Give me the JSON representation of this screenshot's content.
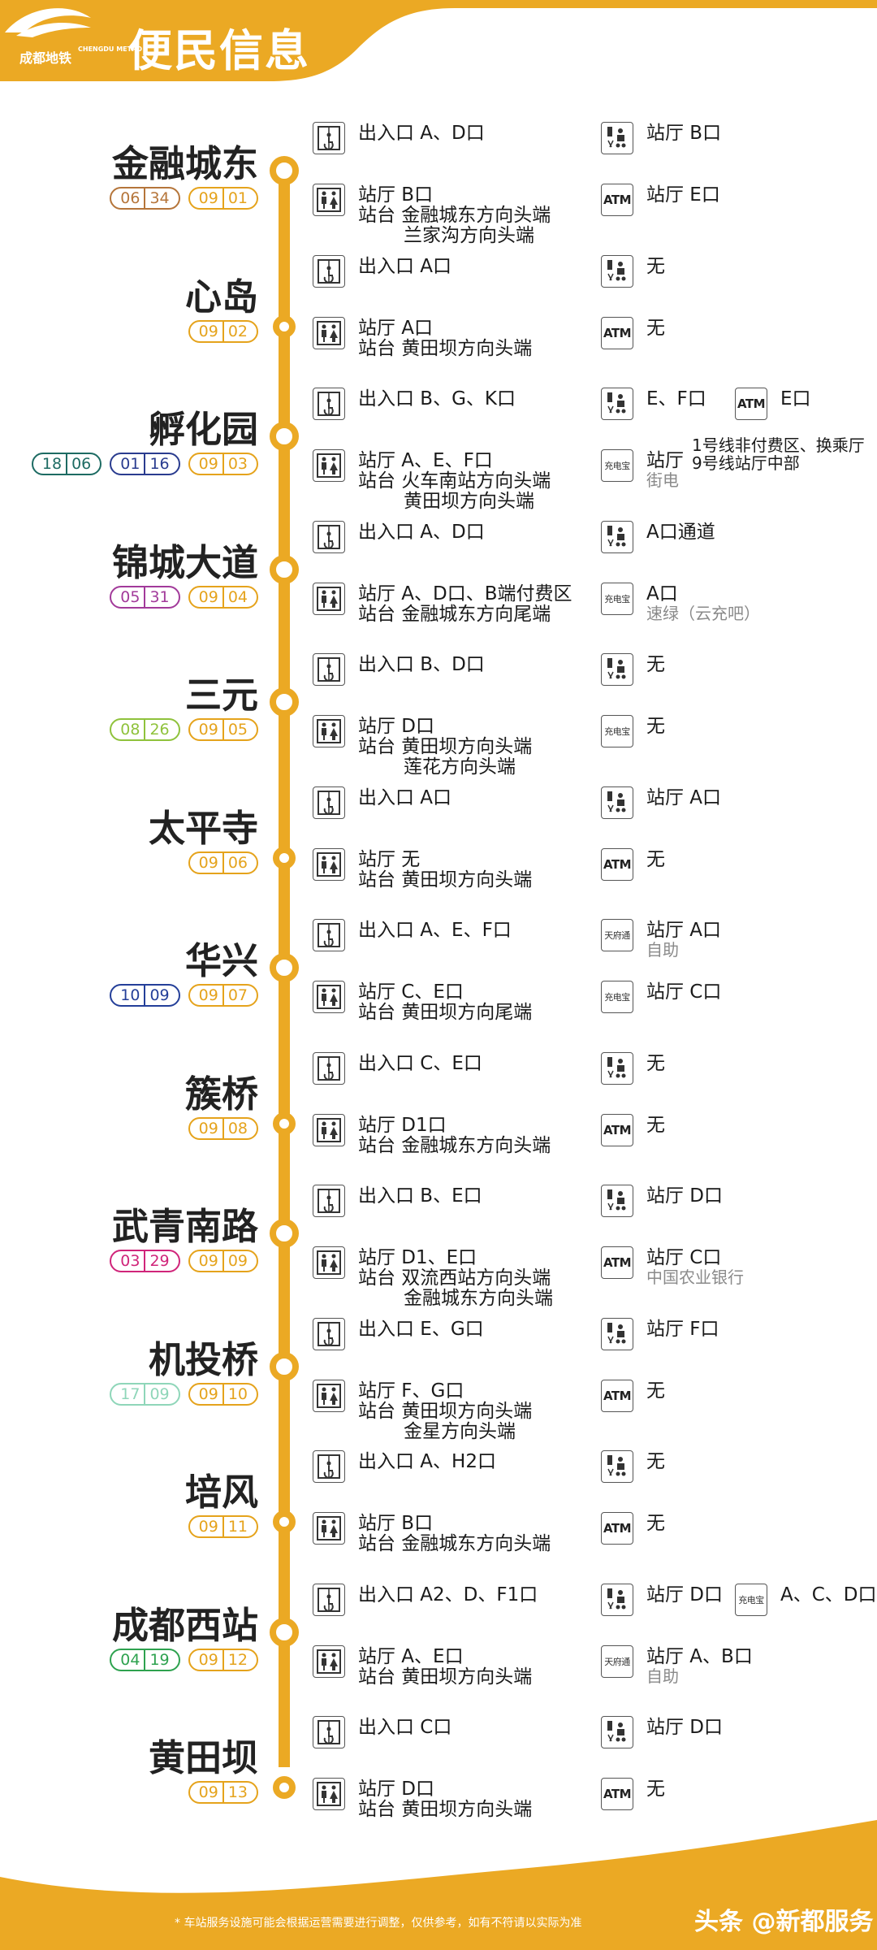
{
  "header": {
    "logo_cn": "成都地铁",
    "logo_en": "CHENGDU METRO",
    "title": "便民信息"
  },
  "colors": {
    "line": "#eba924",
    "header": "#eba924"
  },
  "stations": [
    {
      "name": "金融城东",
      "codes": [
        {
          "a": "06",
          "b": "34",
          "color": "#b5753a"
        },
        {
          "a": "09",
          "b": "01",
          "color": "#e5a31c"
        }
      ],
      "rows": [
        [
          {
            "icon": "elevator-icon",
            "lines": [
              "出入口 A、D口"
            ]
          },
          {
            "icon": "stroller-icon",
            "lines": [
              "站厅 B口"
            ]
          }
        ],
        [
          {
            "icon": "toilet-icon",
            "lines": [
              "站厅 B口",
              "站台 金融城东方向头端",
              "兰家沟方向头端"
            ]
          },
          {
            "icon": "atm-icon",
            "lines": [
              "站厅 E口"
            ]
          }
        ]
      ]
    },
    {
      "name": "心岛",
      "codes": [
        {
          "a": "09",
          "b": "02",
          "color": "#e5a31c"
        }
      ],
      "rows": [
        [
          {
            "icon": "elevator-icon",
            "lines": [
              "出入口 A口"
            ]
          },
          {
            "icon": "stroller-icon",
            "lines": [
              "无"
            ]
          }
        ],
        [
          {
            "icon": "toilet-icon",
            "lines": [
              "站厅 A口",
              "站台 黄田坝方向头端"
            ]
          },
          {
            "icon": "atm-icon",
            "lines": [
              "无"
            ]
          }
        ]
      ]
    },
    {
      "name": "孵化园",
      "codes": [
        {
          "a": "18",
          "b": "06",
          "color": "#1d6b63"
        },
        {
          "a": "01",
          "b": "16",
          "color": "#2a3c8f"
        },
        {
          "a": "09",
          "b": "03",
          "color": "#e5a31c"
        }
      ],
      "rows": [
        [
          {
            "icon": "elevator-icon",
            "lines": [
              "出入口 B、G、K口"
            ]
          },
          {
            "icon": "stroller-icon",
            "lines": [
              "E、F口"
            ]
          },
          {
            "icon": "atm-icon",
            "lines": [
              "E口"
            ]
          }
        ],
        [
          {
            "icon": "toilet-icon",
            "lines": [
              "站厅 A、E、F口",
              "站台 火车南站方向头端",
              "黄田坝方向头端"
            ]
          },
          {
            "icon": "powerbank-icon",
            "lines": [
              "站厅"
            ],
            "extra": [
              "1号线非付费区、换乘厅",
              "9号线站厅中部"
            ],
            "gray": "街电"
          }
        ]
      ]
    },
    {
      "name": "锦城大道",
      "codes": [
        {
          "a": "05",
          "b": "31",
          "color": "#a23a9a"
        },
        {
          "a": "09",
          "b": "04",
          "color": "#e5a31c"
        }
      ],
      "rows": [
        [
          {
            "icon": "elevator-icon",
            "lines": [
              "出入口 A、D口"
            ]
          },
          {
            "icon": "stroller-icon",
            "lines": [
              "A口通道"
            ]
          }
        ],
        [
          {
            "icon": "toilet-icon",
            "lines": [
              "站厅 A、D口、B端付费区",
              "站台 金融城东方向尾端"
            ]
          },
          {
            "icon": "powerbank-icon",
            "lines": [
              "A口"
            ],
            "gray": "速绿（云充吧）"
          }
        ]
      ]
    },
    {
      "name": "三元",
      "codes": [
        {
          "a": "08",
          "b": "26",
          "color": "#8fc23c"
        },
        {
          "a": "09",
          "b": "05",
          "color": "#e5a31c"
        }
      ],
      "rows": [
        [
          {
            "icon": "elevator-icon",
            "lines": [
              "出入口 B、D口"
            ]
          },
          {
            "icon": "stroller-icon",
            "lines": [
              "无"
            ]
          }
        ],
        [
          {
            "icon": "toilet-icon",
            "lines": [
              "站厅 D口",
              "站台 黄田坝方向头端",
              "莲花方向头端"
            ]
          },
          {
            "icon": "powerbank-icon",
            "lines": [
              "无"
            ]
          }
        ]
      ]
    },
    {
      "name": "太平寺",
      "codes": [
        {
          "a": "09",
          "b": "06",
          "color": "#e5a31c"
        }
      ],
      "rows": [
        [
          {
            "icon": "elevator-icon",
            "lines": [
              "出入口 A口"
            ]
          },
          {
            "icon": "stroller-icon",
            "lines": [
              "站厅 A口"
            ]
          }
        ],
        [
          {
            "icon": "toilet-icon",
            "lines": [
              "站厅 无",
              "站台 黄田坝方向头端"
            ]
          },
          {
            "icon": "atm-icon",
            "lines": [
              "无"
            ]
          }
        ]
      ]
    },
    {
      "name": "华兴",
      "codes": [
        {
          "a": "10",
          "b": "09",
          "color": "#243f99"
        },
        {
          "a": "09",
          "b": "07",
          "color": "#e5a31c"
        }
      ],
      "rows": [
        [
          {
            "icon": "elevator-icon",
            "lines": [
              "出入口 A、E、F口"
            ]
          },
          {
            "icon": "tianfutong-icon",
            "lines": [
              "站厅 A口"
            ],
            "gray": "自助"
          }
        ],
        [
          {
            "icon": "toilet-icon",
            "lines": [
              "站厅 C、E口",
              "站台 黄田坝方向尾端"
            ]
          },
          {
            "icon": "powerbank-icon",
            "lines": [
              "站厅 C口"
            ]
          }
        ]
      ]
    },
    {
      "name": "簇桥",
      "codes": [
        {
          "a": "09",
          "b": "08",
          "color": "#e5a31c"
        }
      ],
      "rows": [
        [
          {
            "icon": "elevator-icon",
            "lines": [
              "出入口 C、E口"
            ]
          },
          {
            "icon": "stroller-icon",
            "lines": [
              "无"
            ]
          }
        ],
        [
          {
            "icon": "toilet-icon",
            "lines": [
              "站厅 D1口",
              "站台 金融城东方向头端"
            ]
          },
          {
            "icon": "atm-icon",
            "lines": [
              "无"
            ]
          }
        ]
      ]
    },
    {
      "name": "武青南路",
      "codes": [
        {
          "a": "03",
          "b": "29",
          "color": "#d0257a"
        },
        {
          "a": "09",
          "b": "09",
          "color": "#e5a31c"
        }
      ],
      "rows": [
        [
          {
            "icon": "elevator-icon",
            "lines": [
              "出入口 B、E口"
            ]
          },
          {
            "icon": "stroller-icon",
            "lines": [
              "站厅 D口"
            ]
          }
        ],
        [
          {
            "icon": "toilet-icon",
            "lines": [
              "站厅 D1、E口",
              "站台 双流西站方向头端",
              "金融城东方向头端"
            ]
          },
          {
            "icon": "atm-icon",
            "lines": [
              "站厅 C口"
            ],
            "gray": "中国农业银行"
          }
        ]
      ]
    },
    {
      "name": "机投桥",
      "codes": [
        {
          "a": "17",
          "b": "09",
          "color": "#8fd6b9"
        },
        {
          "a": "09",
          "b": "10",
          "color": "#e5a31c"
        }
      ],
      "rows": [
        [
          {
            "icon": "elevator-icon",
            "lines": [
              "出入口 E、G口"
            ]
          },
          {
            "icon": "stroller-icon",
            "lines": [
              "站厅 F口"
            ]
          }
        ],
        [
          {
            "icon": "toilet-icon",
            "lines": [
              "站厅 F、G口",
              "站台 黄田坝方向头端",
              "金星方向头端"
            ]
          },
          {
            "icon": "atm-icon",
            "lines": [
              "无"
            ]
          }
        ]
      ]
    },
    {
      "name": "培风",
      "codes": [
        {
          "a": "09",
          "b": "11",
          "color": "#e5a31c"
        }
      ],
      "rows": [
        [
          {
            "icon": "elevator-icon",
            "lines": [
              "出入口 A、H2口"
            ]
          },
          {
            "icon": "stroller-icon",
            "lines": [
              "无"
            ]
          }
        ],
        [
          {
            "icon": "toilet-icon",
            "lines": [
              "站厅 B口",
              "站台 金融城东方向头端"
            ]
          },
          {
            "icon": "atm-icon",
            "lines": [
              "无"
            ]
          }
        ]
      ]
    },
    {
      "name": "成都西站",
      "codes": [
        {
          "a": "04",
          "b": "19",
          "color": "#2ea24f"
        },
        {
          "a": "09",
          "b": "12",
          "color": "#e5a31c"
        }
      ],
      "rows": [
        [
          {
            "icon": "elevator-icon",
            "lines": [
              "出入口 A2、D、F1口"
            ]
          },
          {
            "icon": "stroller-icon",
            "lines": [
              "站厅 D口"
            ]
          },
          {
            "icon": "powerbank-icon",
            "lines": [
              "A、C、D口"
            ]
          }
        ],
        [
          {
            "icon": "toilet-icon",
            "lines": [
              "站厅 A、E口",
              "站台 黄田坝方向头端"
            ]
          },
          {
            "icon": "tianfutong-icon",
            "lines": [
              "站厅 A、B口"
            ],
            "gray": "自助"
          }
        ]
      ]
    },
    {
      "name": "黄田坝",
      "codes": [
        {
          "a": "09",
          "b": "13",
          "color": "#e5a31c"
        }
      ],
      "rows": [
        [
          {
            "icon": "elevator-icon",
            "lines": [
              "出入口 C口"
            ]
          },
          {
            "icon": "stroller-icon",
            "lines": [
              "站厅 D口"
            ]
          }
        ],
        [
          {
            "icon": "toilet-icon",
            "lines": [
              "站厅 D口",
              "站台 黄田坝方向头端"
            ]
          },
          {
            "icon": "atm-icon",
            "lines": [
              "无"
            ]
          }
        ]
      ]
    }
  ],
  "icon_labels": {
    "atm": "ATM",
    "powerbank": "充电宝",
    "tianfutong": "天府通"
  },
  "footer": {
    "note": "* 车站服务设施可能会根据运营需要进行调整，仅供参考，如有不符请以实际为准",
    "watermark": "头条 @新都服务"
  }
}
